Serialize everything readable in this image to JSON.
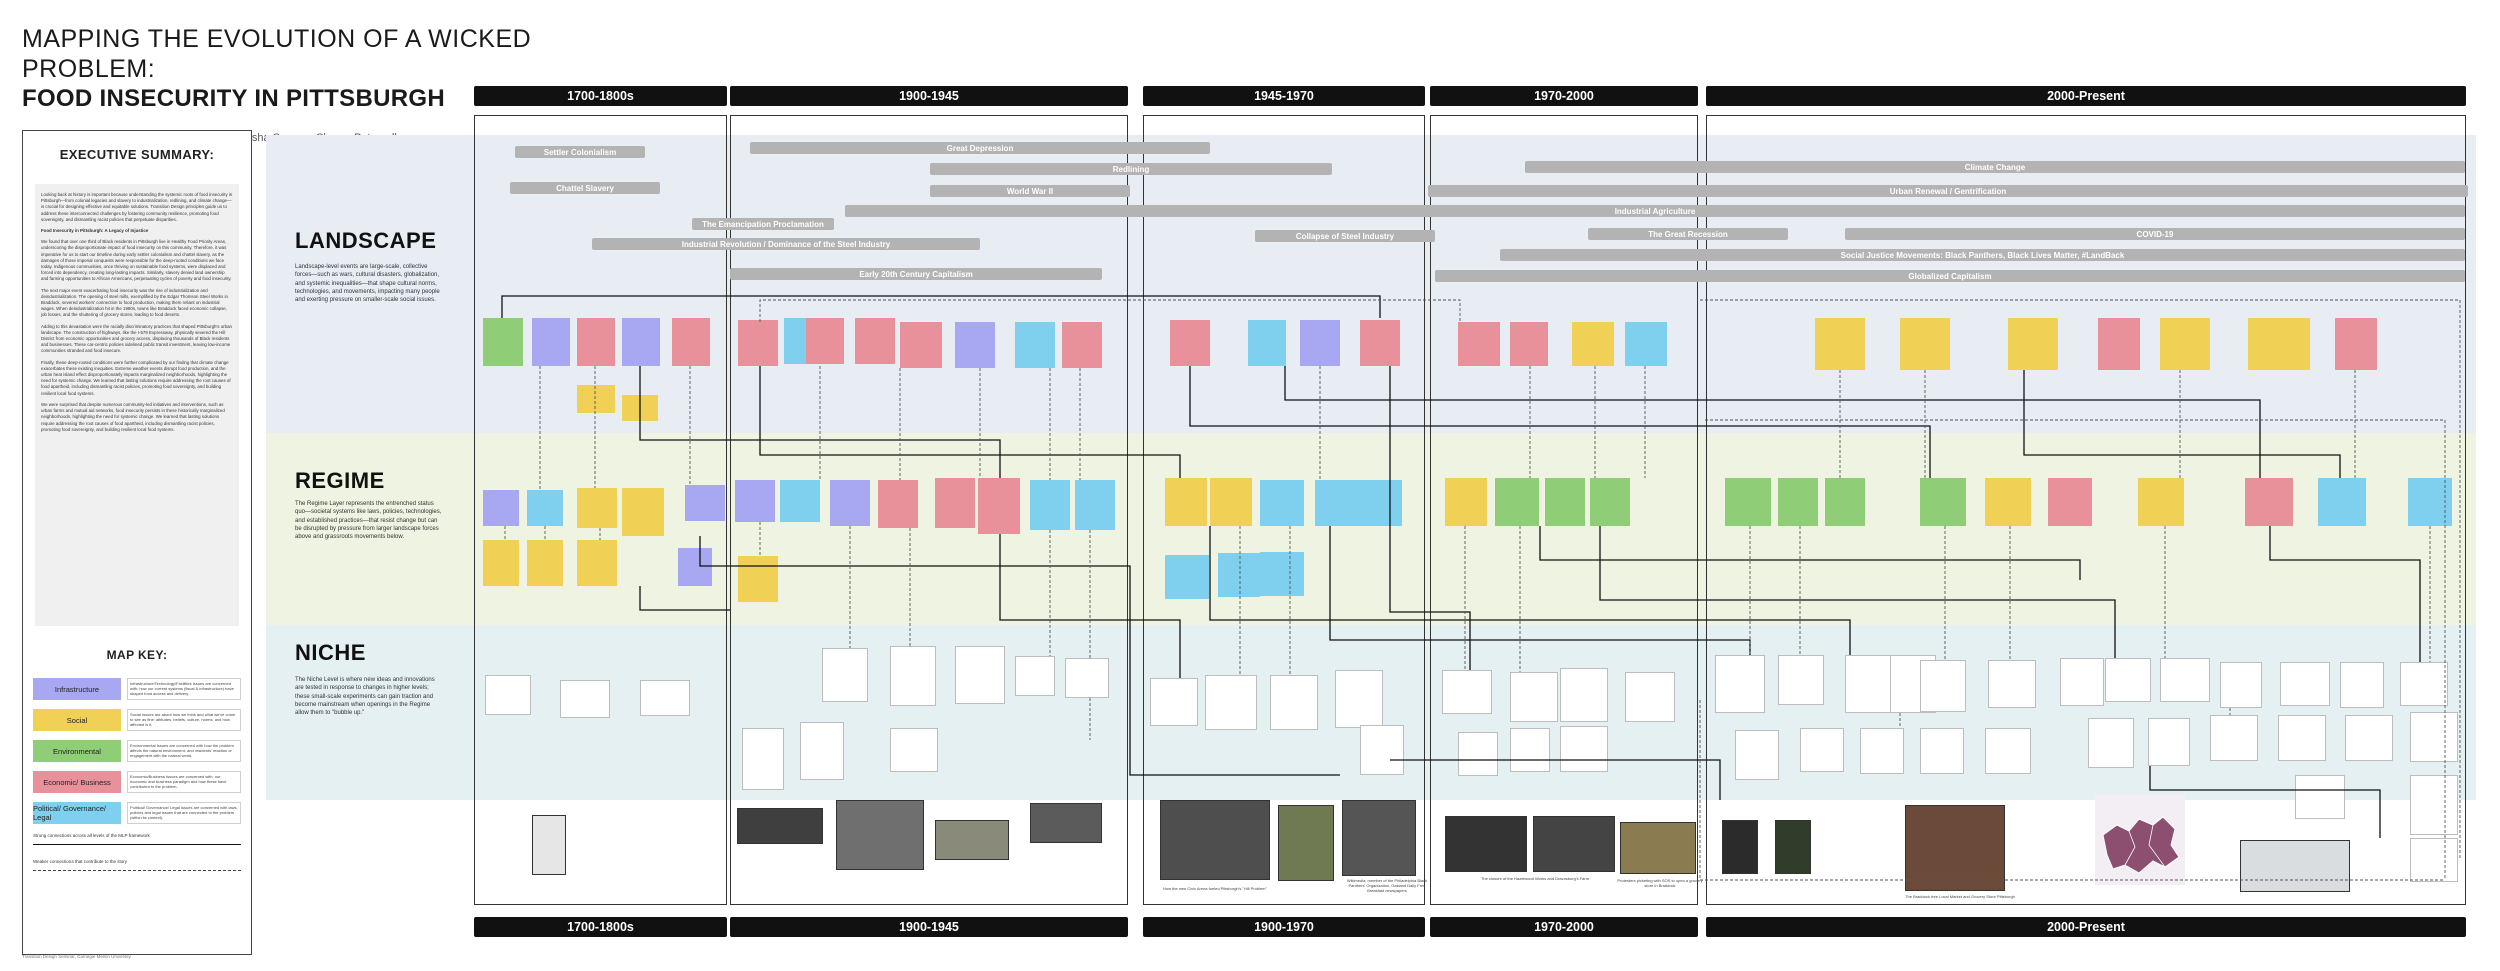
{
  "title": {
    "line1": "MAPPING THE EVOLUTION OF A WICKED PROBLEM:",
    "line2": "FOOD INSECURITY IN PITTSBURGH",
    "team": "Team Members: Lorin Anderberg, Diane Hu, Alisha Saxena, Shama Patwardhan"
  },
  "executive_summary": {
    "heading": "EXECUTIVE SUMMARY:",
    "paragraphs": [
      "Looking back at history is important because understanding the systemic roots of food insecurity in Pittsburgh—from colonial legacies and slavery to industrialization, redlining, and climate change—is crucial for designing effective and equitable solutions. Transition Design principles guide us to address these interconnected challenges by fostering community resilience, promoting food sovereignty, and dismantling racist policies that perpetuate disparities.",
      "Food Insecurity in Pittsburgh: A Legacy of Injustice",
      "We found that over one third of Black residents in Pittsburgh live in Healthy Food Priority Areas, underscoring the disproportionate impact of food insecurity on this community. Therefore, it was imperative for us to start our timeline during early settler colonialism and chattel slavery, as the damages of those imperial conquests were responsible for the deep-rooted conditions we face today. Indigenous communities, once thriving on sustainable food systems, were displaced and forced into dependency, creating long-lasting impacts. Similarly, slavery denied land ownership and farming opportunities to African Americans, perpetuating cycles of poverty and food insecurity.",
      "The next major event exacerbating food insecurity was the rise of industrialization and deindustrialization. The opening of steel mills, exemplified by the Edgar Thomson Steel Works in Braddock, severed workers' connection to food production, making them reliant on industrial wages. When deindustrialization hit in the 1980s, towns like Braddock faced economic collapse, job losses, and the shuttering of grocery stores, leading to food deserts.",
      "Adding to this devastation were the racially discriminatory practices that shaped Pittsburgh's urban landscape. The construction of highways, like the I-579 Expressway, physically severed the Hill District from economic opportunities and grocery access, displacing thousands of Black residents and businesses. These car-centric policies sidelined public transit investment, leaving low-income communities stranded and food insecure.",
      "Finally, these deep-rooted conditions were further complicated by our finding that climate change exacerbates these existing inequities. Extreme weather events disrupt food production, and the urban heat island effect disproportionately impacts marginalized neighborhoods, highlighting the need for systemic change. We learned that lasting solutions require addressing the root causes of food apartheid, including dismantling racist policies, promoting food sovereignty, and building resilient local food systems.",
      "We were surprised that despite numerous community-led initiatives and interventions, such as urban farms and mutual aid networks, food insecurity persists in these historically marginalized neighborhoods, highlighting the need for systemic change. We learned that lasting solutions require addressing the root causes of food apartheid, including dismantling racist policies, promoting food sovereignty, and building resilient local food systems."
    ]
  },
  "map_key": {
    "heading": "MAP KEY:",
    "items": [
      {
        "label": "Infrastructure",
        "color": "#a7a7f2",
        "desc": "Infrastructure/Technology/Facilities Issues are concerned with: how our current systems (fiscal & infrastructure) have shaped food access and delivery."
      },
      {
        "label": "Social",
        "color": "#f0d055",
        "desc": "Social Issues are about how we think and what we've come to see as fine: attitudes, beliefs, culture, norms, and how affected is it."
      },
      {
        "label": "Environmental",
        "color": "#8fce76",
        "desc": "Environmental Issues are concerned with how the problem affects the natural environment, and residents' reaction or engagement with the natural world."
      },
      {
        "label": "Economic/ Business",
        "color": "#e8919b",
        "desc": "Economic/Business Issues are concerned with: our economic and business paradigm and how these have contributed to the problem."
      },
      {
        "label": "Political/ Governance/ Legal",
        "color": "#7fd0ee",
        "desc": "Political/ Governance/ Legal Issues are concerned with laws, policies and legal issues that are connected to the problem (within its context)."
      }
    ],
    "lines": [
      {
        "label": "Strong connections across all levels of the MLP framework",
        "style": "solid"
      },
      {
        "label": "Weaker connections that contribute to the story",
        "style": "dashed"
      }
    ]
  },
  "credit": "Transition Design Seminar, Carnegie Mellon University",
  "layers": {
    "landscape": {
      "title": "LANDSCAPE",
      "desc": "Landscape-level events are large-scale, collective forces—such as wars, cultural disasters, globalization, and systemic inequalities—that shape cultural norms, technologies, and movements, impacting many people and exerting pressure on smaller-scale social issues."
    },
    "regime": {
      "title": "REGIME",
      "desc": "The Regime Layer represents the entrenched status quo—societal systems like laws, policies, technologies, and established practices—that resist change but can be disrupted by pressure from larger landscape forces above and grassroots movements below."
    },
    "niche": {
      "title": "NICHE",
      "desc": "The Niche Level is where new ideas and innovations are tested in response to changes in higher levels; these small-scale experiments can gain traction and become mainstream when openings in the Regime allow them to \"bubble up.\""
    }
  },
  "periods": [
    "1700-1800s",
    "1900-1945",
    "1945-1970",
    "1970-2000",
    "2000-Present"
  ],
  "bottom_periods": [
    "1700-1800s",
    "1900-1945",
    "1900-1970",
    "1970-2000",
    "2000-Present"
  ],
  "landscape_bars": [
    "Settler Colonialism",
    "Chattel Slavery",
    "The Emancipation Proclamation",
    "Industrial Revolution / Dominance of the Steel Industry",
    "Great Depression",
    "Redlining",
    "World War II",
    "Early 20th Century Capitalism",
    "Collapse of Steel Industry",
    "Climate Change",
    "Urban Renewal / Gentrification",
    "Industrial Agriculture",
    "The Great Recession",
    "COVID-19",
    "Social Justice Movements: Black Panthers, Black Lives Matter, #LandBack",
    "Globalized Capitalism"
  ],
  "photo_captions": [
    "How the new Civic Arena fueled Pittsburgh's \"Hill Problem\"",
    "Wikimedia, member of the Philadelphia Black Panthers' Organization, Oakland Daily Free Breakfast newspapers",
    "The closure of the Hazelwood Works and Dravosburg's Farm",
    "Protesters picketing with SOS to open a grocery store in Braddock",
    "The Braddock free Local Market and Grocery Store Pittsburgh"
  ]
}
